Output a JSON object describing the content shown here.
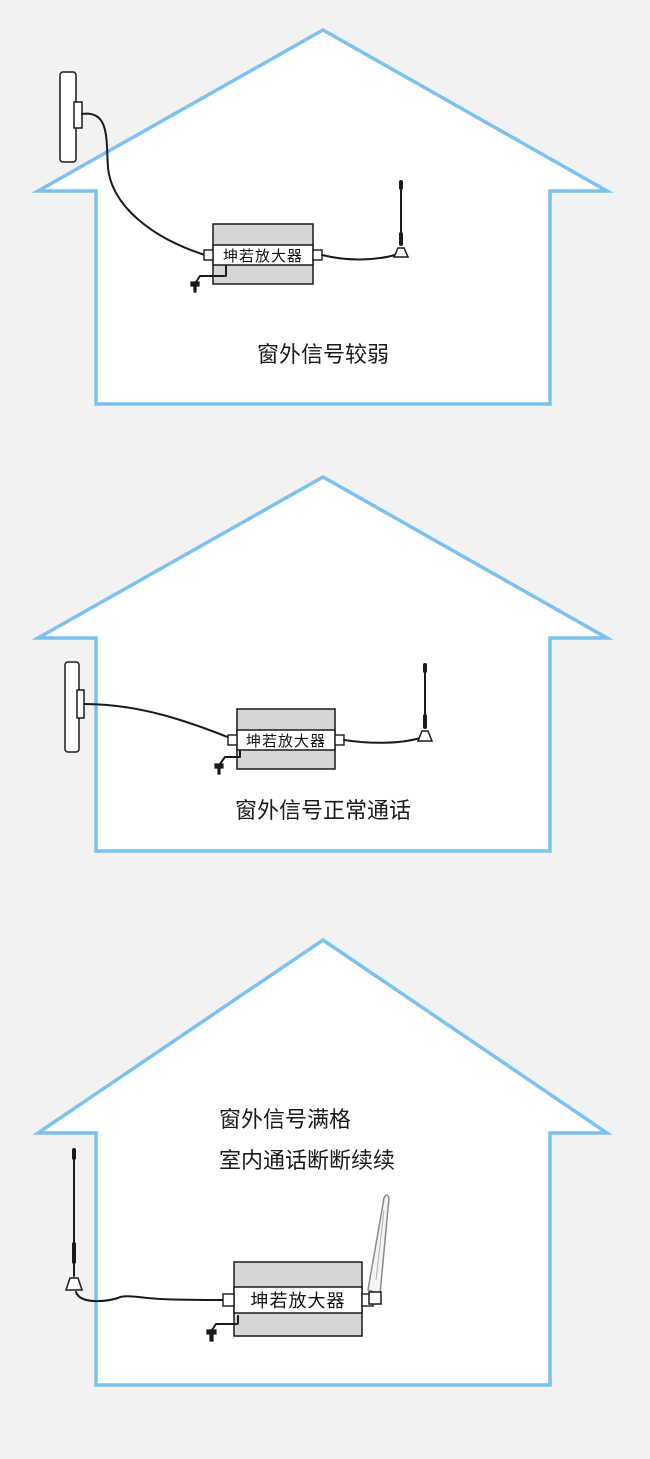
{
  "device_label": "坤若放大器",
  "colors": {
    "background": "#f2f2f2",
    "house_outline": "#7cc1ee",
    "house_fill": "#ffffff",
    "device_body": "#d6d6d6",
    "cable": "#1a1a1a"
  },
  "panels": [
    {
      "caption_lines": [
        "窗外信号较弱"
      ],
      "outdoor_antenna": "panel-antenna",
      "indoor_antenna": "whip-antenna"
    },
    {
      "caption_lines": [
        "窗外信号正常通话"
      ],
      "outdoor_antenna": "panel-antenna",
      "indoor_antenna": "whip-antenna"
    },
    {
      "caption_lines": [
        "窗外信号满格",
        "室内通话断断续续"
      ],
      "outdoor_antenna": "whip-antenna",
      "indoor_antenna": "rubber-duck-antenna"
    }
  ]
}
